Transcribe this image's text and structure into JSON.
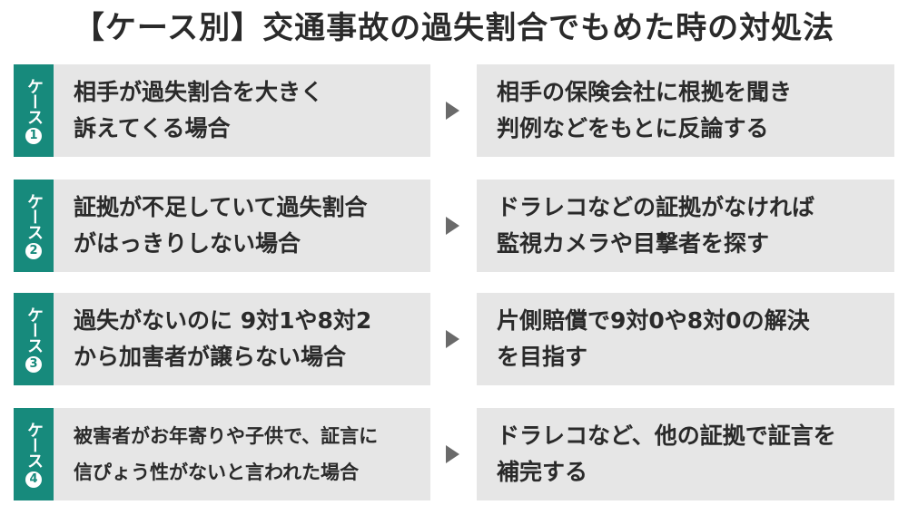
{
  "title": "【ケース別】交通事故の過失割合でもめた時の対処法",
  "case_label": "ケース",
  "cases": [
    {
      "num": "1",
      "situation": [
        "相手が過失割合を大きく",
        "訴えてくる場合"
      ],
      "response": [
        "相手の保険会社に根拠を聞き",
        "判例などをもとに反論する"
      ]
    },
    {
      "num": "2",
      "situation": [
        "証拠が不足していて過失割合",
        "がはっきりしない場合"
      ],
      "response": [
        "ドラレコなどの証拠がなければ",
        "監視カメラや目撃者を探す"
      ]
    },
    {
      "num": "3",
      "situation": [
        "過失がないのに 9対1や8対2",
        "から加害者が譲らない場合"
      ],
      "response": [
        "片側賠償で9対0や8対0の解決",
        "を目指す"
      ]
    },
    {
      "num": "4",
      "situation": [
        "被害者がお年寄りや子供で、証言に",
        "信ぴょう性がないと言われた場合"
      ],
      "response": [
        "ドラレコなど、他の証拠で証言を",
        "補完する"
      ]
    }
  ],
  "colors": {
    "accent": "#178a7c",
    "box": "#e6e6e6",
    "arrow": "#6a6a6a"
  }
}
